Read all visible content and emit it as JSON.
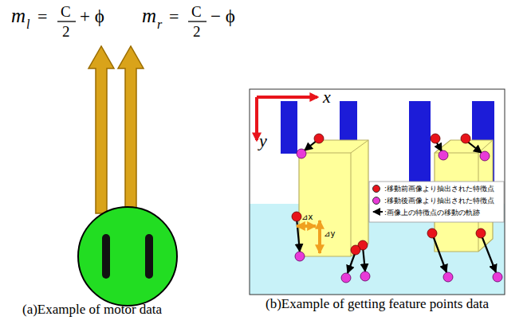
{
  "diagram": {
    "labels": [
      "m",
      "l",
      "=",
      "C",
      "2",
      "+ ϕ",
      "m",
      "r",
      "=",
      "C",
      "2",
      "− ϕ",
      "x",
      "y",
      "⊿x",
      "⊿y",
      "(a)Example of motor data",
      "(b)Example of getting feature points data"
    ],
    "legend": [
      {
        "text": ":移動前画像より抽出された特徴点",
        "color": "#e8141b"
      },
      {
        "text": ":移動後画像より抽出された特徴点",
        "color": "#e83ad8"
      },
      {
        "text": ":画像上の特徴点の移動の軌跡"
      }
    ]
  }
}
